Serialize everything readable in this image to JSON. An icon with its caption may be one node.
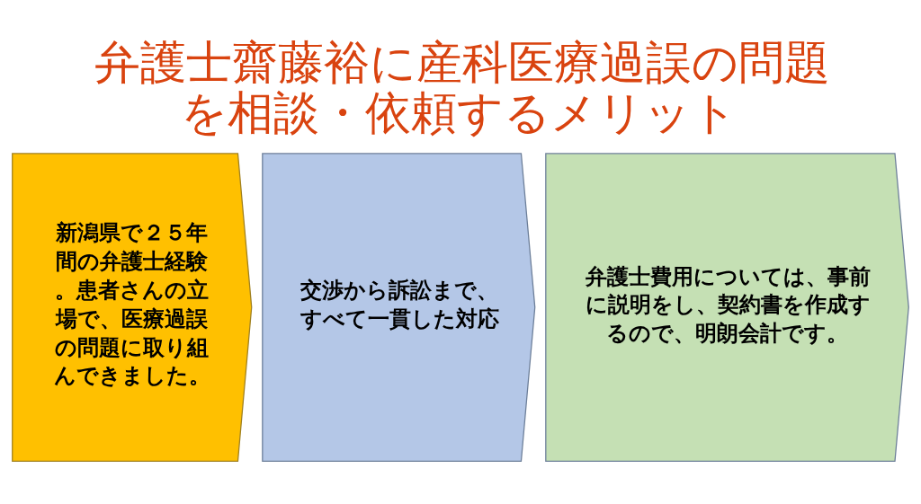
{
  "diagram": {
    "title": "弁護士齋藤裕に産科医療過誤の問題を相談・依頼するメリット",
    "nodes": [
      {
        "text": [
          "新潟県で２５年間の弁護士経験。患者さんの立場で、医療過誤の問題に取り組んできました。"
        ]
      },
      {
        "text": [
          "交渉から訴訟まで、すべて一貫した対応"
        ]
      },
      {
        "text": [
          "弁護士費用については、事前に説明をし、契約書を作成するので、明朗会計です。"
        ]
      }
    ],
    "edges": []
  }
}
